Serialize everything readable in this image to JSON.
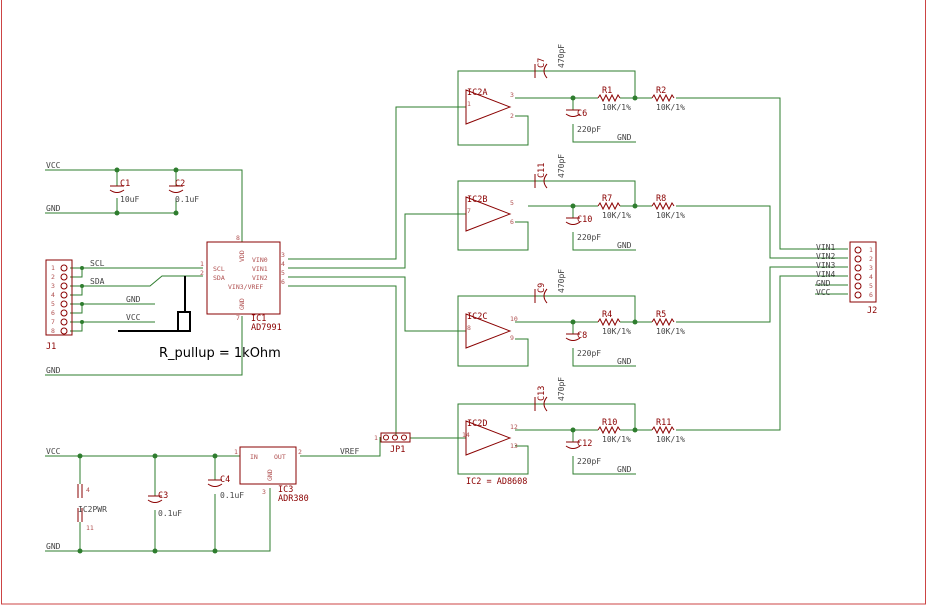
{
  "nets": {
    "vcc": "VCC",
    "gnd": "GND",
    "scl": "SCL",
    "sda": "SDA",
    "vref": "VREF"
  },
  "j1": {
    "ref": "J1",
    "pins": [
      "1",
      "2",
      "3",
      "4",
      "5",
      "6",
      "7",
      "8"
    ]
  },
  "ic1": {
    "ref": "IC1",
    "value": "AD7991",
    "pins": {
      "scl": "SCL",
      "sda": "SDA",
      "vin0": "VIN0",
      "vin1": "VIN1",
      "vin2": "VIN2",
      "vin3": "VIN3/VREF",
      "vdd": "VDD",
      "gnd": "GND"
    },
    "pin_numbers": {
      "scl": "1",
      "sda": "2",
      "vin0": "3",
      "vin1": "4",
      "vin2": "5",
      "vin3": "6",
      "vdd": "8",
      "gnd": "7"
    }
  },
  "caps": {
    "c1": {
      "ref": "C1",
      "value": "10uF"
    },
    "c2": {
      "ref": "C2",
      "value": "0.1uF"
    },
    "c3": {
      "ref": "C3",
      "value": "0.1uF"
    },
    "c4": {
      "ref": "C4",
      "value": "0.1uF"
    },
    "c6": {
      "ref": "C6",
      "value": "220pF"
    },
    "c7": {
      "ref": "C7",
      "value": "470pF"
    },
    "c8": {
      "ref": "C8",
      "value": "220pF"
    },
    "c9": {
      "ref": "C9",
      "value": "470pF"
    },
    "c10": {
      "ref": "C10",
      "value": "220pF"
    },
    "c11": {
      "ref": "C11",
      "value": "470pF"
    },
    "c12": {
      "ref": "C12",
      "value": "220pF"
    },
    "c13": {
      "ref": "C13",
      "value": "470pF"
    }
  },
  "resistors": {
    "r1": {
      "ref": "R1",
      "value": "10K/1%"
    },
    "r2": {
      "ref": "R2",
      "value": "10K/1%"
    },
    "r4": {
      "ref": "R4",
      "value": "10K/1%"
    },
    "r5": {
      "ref": "R5",
      "value": "10K/1%"
    },
    "r7": {
      "ref": "R7",
      "value": "10K/1%"
    },
    "r8": {
      "ref": "R8",
      "value": "10K/1%"
    },
    "r10": {
      "ref": "R10",
      "value": "10K/1%"
    },
    "r11": {
      "ref": "R11",
      "value": "10K/1%"
    }
  },
  "opamps": {
    "a": {
      "ref": "IC2A",
      "out": "1",
      "plus": "3",
      "minus": "2"
    },
    "b": {
      "ref": "IC2B",
      "out": "7",
      "plus": "5",
      "minus": "6"
    },
    "c": {
      "ref": "IC2C",
      "out": "8",
      "plus": "10",
      "minus": "9"
    },
    "d": {
      "ref": "IC2D",
      "out": "14",
      "plus": "12",
      "minus": "13"
    },
    "caption": "IC2 = AD8608",
    "pwr": {
      "ref": "IC2PWR",
      "vpin": "4",
      "gpin": "11"
    }
  },
  "ic3": {
    "ref": "IC3",
    "value": "ADR380",
    "in": "IN",
    "out": "OUT",
    "gnd": "GND",
    "pin_in": "1",
    "pin_out": "2",
    "pin_gnd": "3"
  },
  "jp1": {
    "ref": "JP1",
    "pin": "1"
  },
  "j2": {
    "ref": "J2",
    "labels": [
      "VIN1",
      "VIN2",
      "VIN3",
      "VIN4",
      "GND",
      "VCC"
    ],
    "pins": [
      "1",
      "2",
      "3",
      "4",
      "5",
      "6"
    ]
  },
  "annotation": "R_pullup = 1kOhm"
}
